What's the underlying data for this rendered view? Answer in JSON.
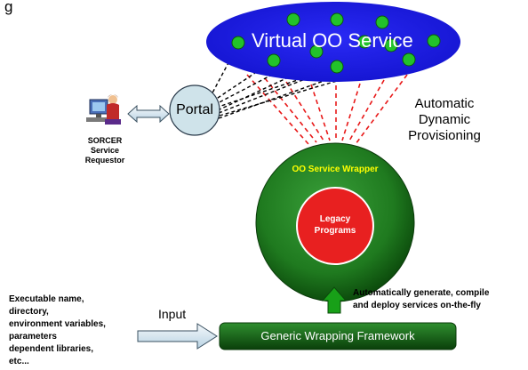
{
  "page_header": "g",
  "virtual_service": {
    "label": "Virtual OO Service",
    "color": "#1a1ae0"
  },
  "portal": {
    "label": "Portal"
  },
  "requestor": {
    "line1": "SORCER",
    "line2": "Service",
    "line3": "Requestor"
  },
  "provisioning": {
    "line1": "Automatic",
    "line2": "Dynamic",
    "line3": "Provisioning"
  },
  "wrapper": {
    "label": "OO Service Wrapper",
    "label_color": "#ffff00",
    "color": "#1f7a1f"
  },
  "legacy": {
    "line1": "Legacy",
    "line2": "Programs",
    "color": "#e82020"
  },
  "generate": {
    "line1": "Automatically generate, compile",
    "line2": "and deploy services on-the-fly"
  },
  "input": {
    "label": "Input"
  },
  "framework": {
    "label": "Generic Wrapping Framework"
  },
  "inputs_list": [
    "Executable name,",
    "directory,",
    "environment variables,",
    "parameters",
    "dependent libraries,",
    "etc..."
  ],
  "icons": [
    "computer-user-icon",
    "double-arrow-icon",
    "up-arrow-icon",
    "right-arrow-icon"
  ]
}
